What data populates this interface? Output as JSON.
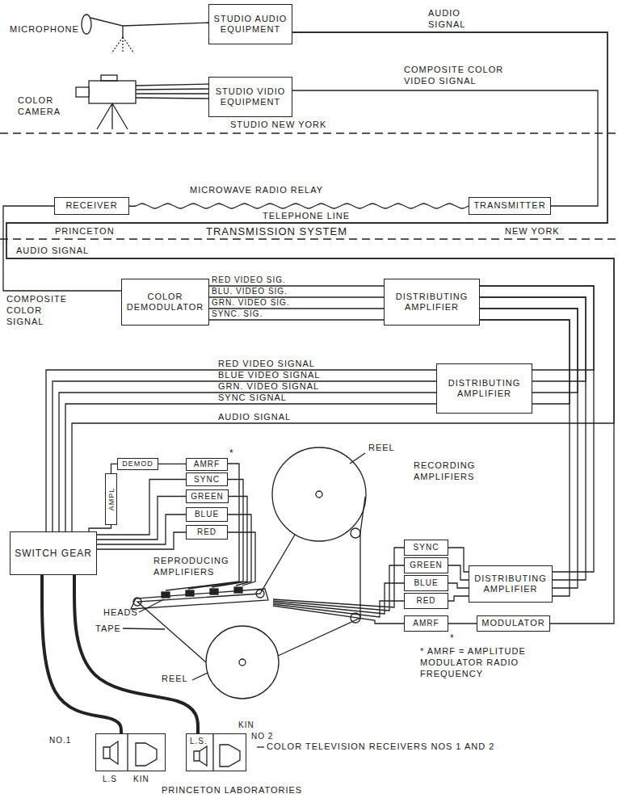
{
  "diagram": {
    "nodes": [
      {
        "text": [
          "STUDIO AUDIO EQUIPMENT"
        ]
      },
      {
        "text": [
          "STUDIO VIDIO EQUIPMENT"
        ]
      },
      {
        "text": [
          "RECEIVER"
        ]
      },
      {
        "text": [
          "TRANSMITTER"
        ]
      },
      {
        "text": [
          "COLOR DEMODULATOR"
        ]
      },
      {
        "text": [
          "DISTRIBUTING AMPLIFIER"
        ]
      },
      {
        "text": [
          "DISTRIBUTING AMPLIFIER"
        ]
      },
      {
        "text": [
          "DEMOD"
        ]
      },
      {
        "text": [
          "AMRF"
        ]
      },
      {
        "text": [
          "SYNC"
        ]
      },
      {
        "text": [
          "GREEN"
        ]
      },
      {
        "text": [
          "BLUE"
        ]
      },
      {
        "text": [
          "RED"
        ]
      },
      {
        "text": [
          "AMPL"
        ]
      },
      {
        "text": [
          "SWITCH GEAR"
        ]
      },
      {
        "text": [
          "SYNC"
        ]
      },
      {
        "text": [
          "GREEN"
        ]
      },
      {
        "text": [
          "BLUE"
        ]
      },
      {
        "text": [
          "RED"
        ]
      },
      {
        "text": [
          "DISTRIBUTING AMPLIFIER"
        ]
      },
      {
        "text": [
          "AMRF"
        ]
      },
      {
        "text": [
          "MODULATOR"
        ]
      },
      {
        "text": [
          "NO.1",
          "L.S",
          "KIN"
        ]
      },
      {
        "text": [
          "L.S.",
          "KIN",
          "NO 2"
        ]
      }
    ],
    "edges": [
      {
        "from": 0,
        "to": 14,
        "arrow": "none"
      },
      {
        "from": 1,
        "to": 3,
        "arrow": "none"
      },
      {
        "from": 3,
        "to": 2,
        "arrow": "none"
      },
      {
        "from": 2,
        "to": 4,
        "arrow": "none"
      },
      {
        "from": 4,
        "to": 5,
        "arrow": "none"
      },
      {
        "from": 4,
        "to": 5,
        "arrow": "none"
      },
      {
        "from": 4,
        "to": 5,
        "arrow": "none"
      },
      {
        "from": 4,
        "to": 5,
        "arrow": "none"
      },
      {
        "from": 5,
        "to": 6,
        "arrow": "none"
      },
      {
        "from": 5,
        "to": 6,
        "arrow": "none"
      },
      {
        "from": 5,
        "to": 6,
        "arrow": "none"
      },
      {
        "from": 5,
        "to": 6,
        "arrow": "none"
      },
      {
        "from": 5,
        "to": 19,
        "arrow": "none"
      },
      {
        "from": 5,
        "to": 19,
        "arrow": "none"
      },
      {
        "from": 5,
        "to": 19,
        "arrow": "none"
      },
      {
        "from": 5,
        "to": 19,
        "arrow": "none"
      },
      {
        "from": 6,
        "to": 14,
        "arrow": "none"
      },
      {
        "from": 6,
        "to": 14,
        "arrow": "none"
      },
      {
        "from": 6,
        "to": 14,
        "arrow": "none"
      },
      {
        "from": 6,
        "to": 14,
        "arrow": "none"
      },
      {
        "from": 0,
        "to": 21,
        "arrow": "none"
      },
      {
        "from": 19,
        "to": 15,
        "arrow": "none"
      },
      {
        "from": 19,
        "to": 16,
        "arrow": "none"
      },
      {
        "from": 19,
        "to": 17,
        "arrow": "none"
      },
      {
        "from": 19,
        "to": 18,
        "arrow": "none"
      },
      {
        "from": 21,
        "to": 20,
        "arrow": "none"
      },
      {
        "from": 8,
        "to": 7,
        "arrow": "none"
      },
      {
        "from": 7,
        "to": 13,
        "arrow": "none"
      },
      {
        "from": 13,
        "to": 14,
        "arrow": "none"
      },
      {
        "from": 9,
        "to": 14,
        "arrow": "none"
      },
      {
        "from": 10,
        "to": 14,
        "arrow": "none"
      },
      {
        "from": 11,
        "to": 14,
        "arrow": "none"
      },
      {
        "from": 12,
        "to": 14,
        "arrow": "none"
      },
      {
        "from": 14,
        "to": 22,
        "arrow": "none"
      },
      {
        "from": 14,
        "to": 23,
        "arrow": "none"
      }
    ],
    "labels": [
      "MICROPHONE",
      "COLOR CAMERA",
      "AUDIO SIGNAL",
      "COMPOSITE COLOR VIDEO SIGNAL",
      "STUDIO NEW YORK",
      "MICROWAVE RADIO RELAY",
      "TELEPHONE LINE",
      "PRINCETON",
      "TRANSMISSION SYSTEM",
      "NEW YORK",
      "AUDIO SIGNAL",
      "COMPOSITE COLOR SIGNAL",
      "RED VIDEO SIG.",
      "BLU. VIDEO SIG.",
      "GRN. VIDEO SIG.",
      "SYNC. SIG.",
      "RED VIDEO SIGNAL",
      "BLUE VIDEO SIGNAL",
      "GRN. VIDEO SIGNAL",
      "SYNC SIGNAL",
      "AUDIO SIGNAL",
      "*",
      "REEL",
      "RECORDING AMPLIFIERS",
      "REPRODUCING AMPLIFIERS",
      "HEADS",
      "TAPE",
      "*",
      "* AMRF = AMPLITUDE MODULATOR RADIO FREQUENCY",
      "REEL",
      "COLOR TELEVISION RECEIVERS NOS 1 AND 2",
      "PRINCETON LABORATORIES"
    ]
  }
}
